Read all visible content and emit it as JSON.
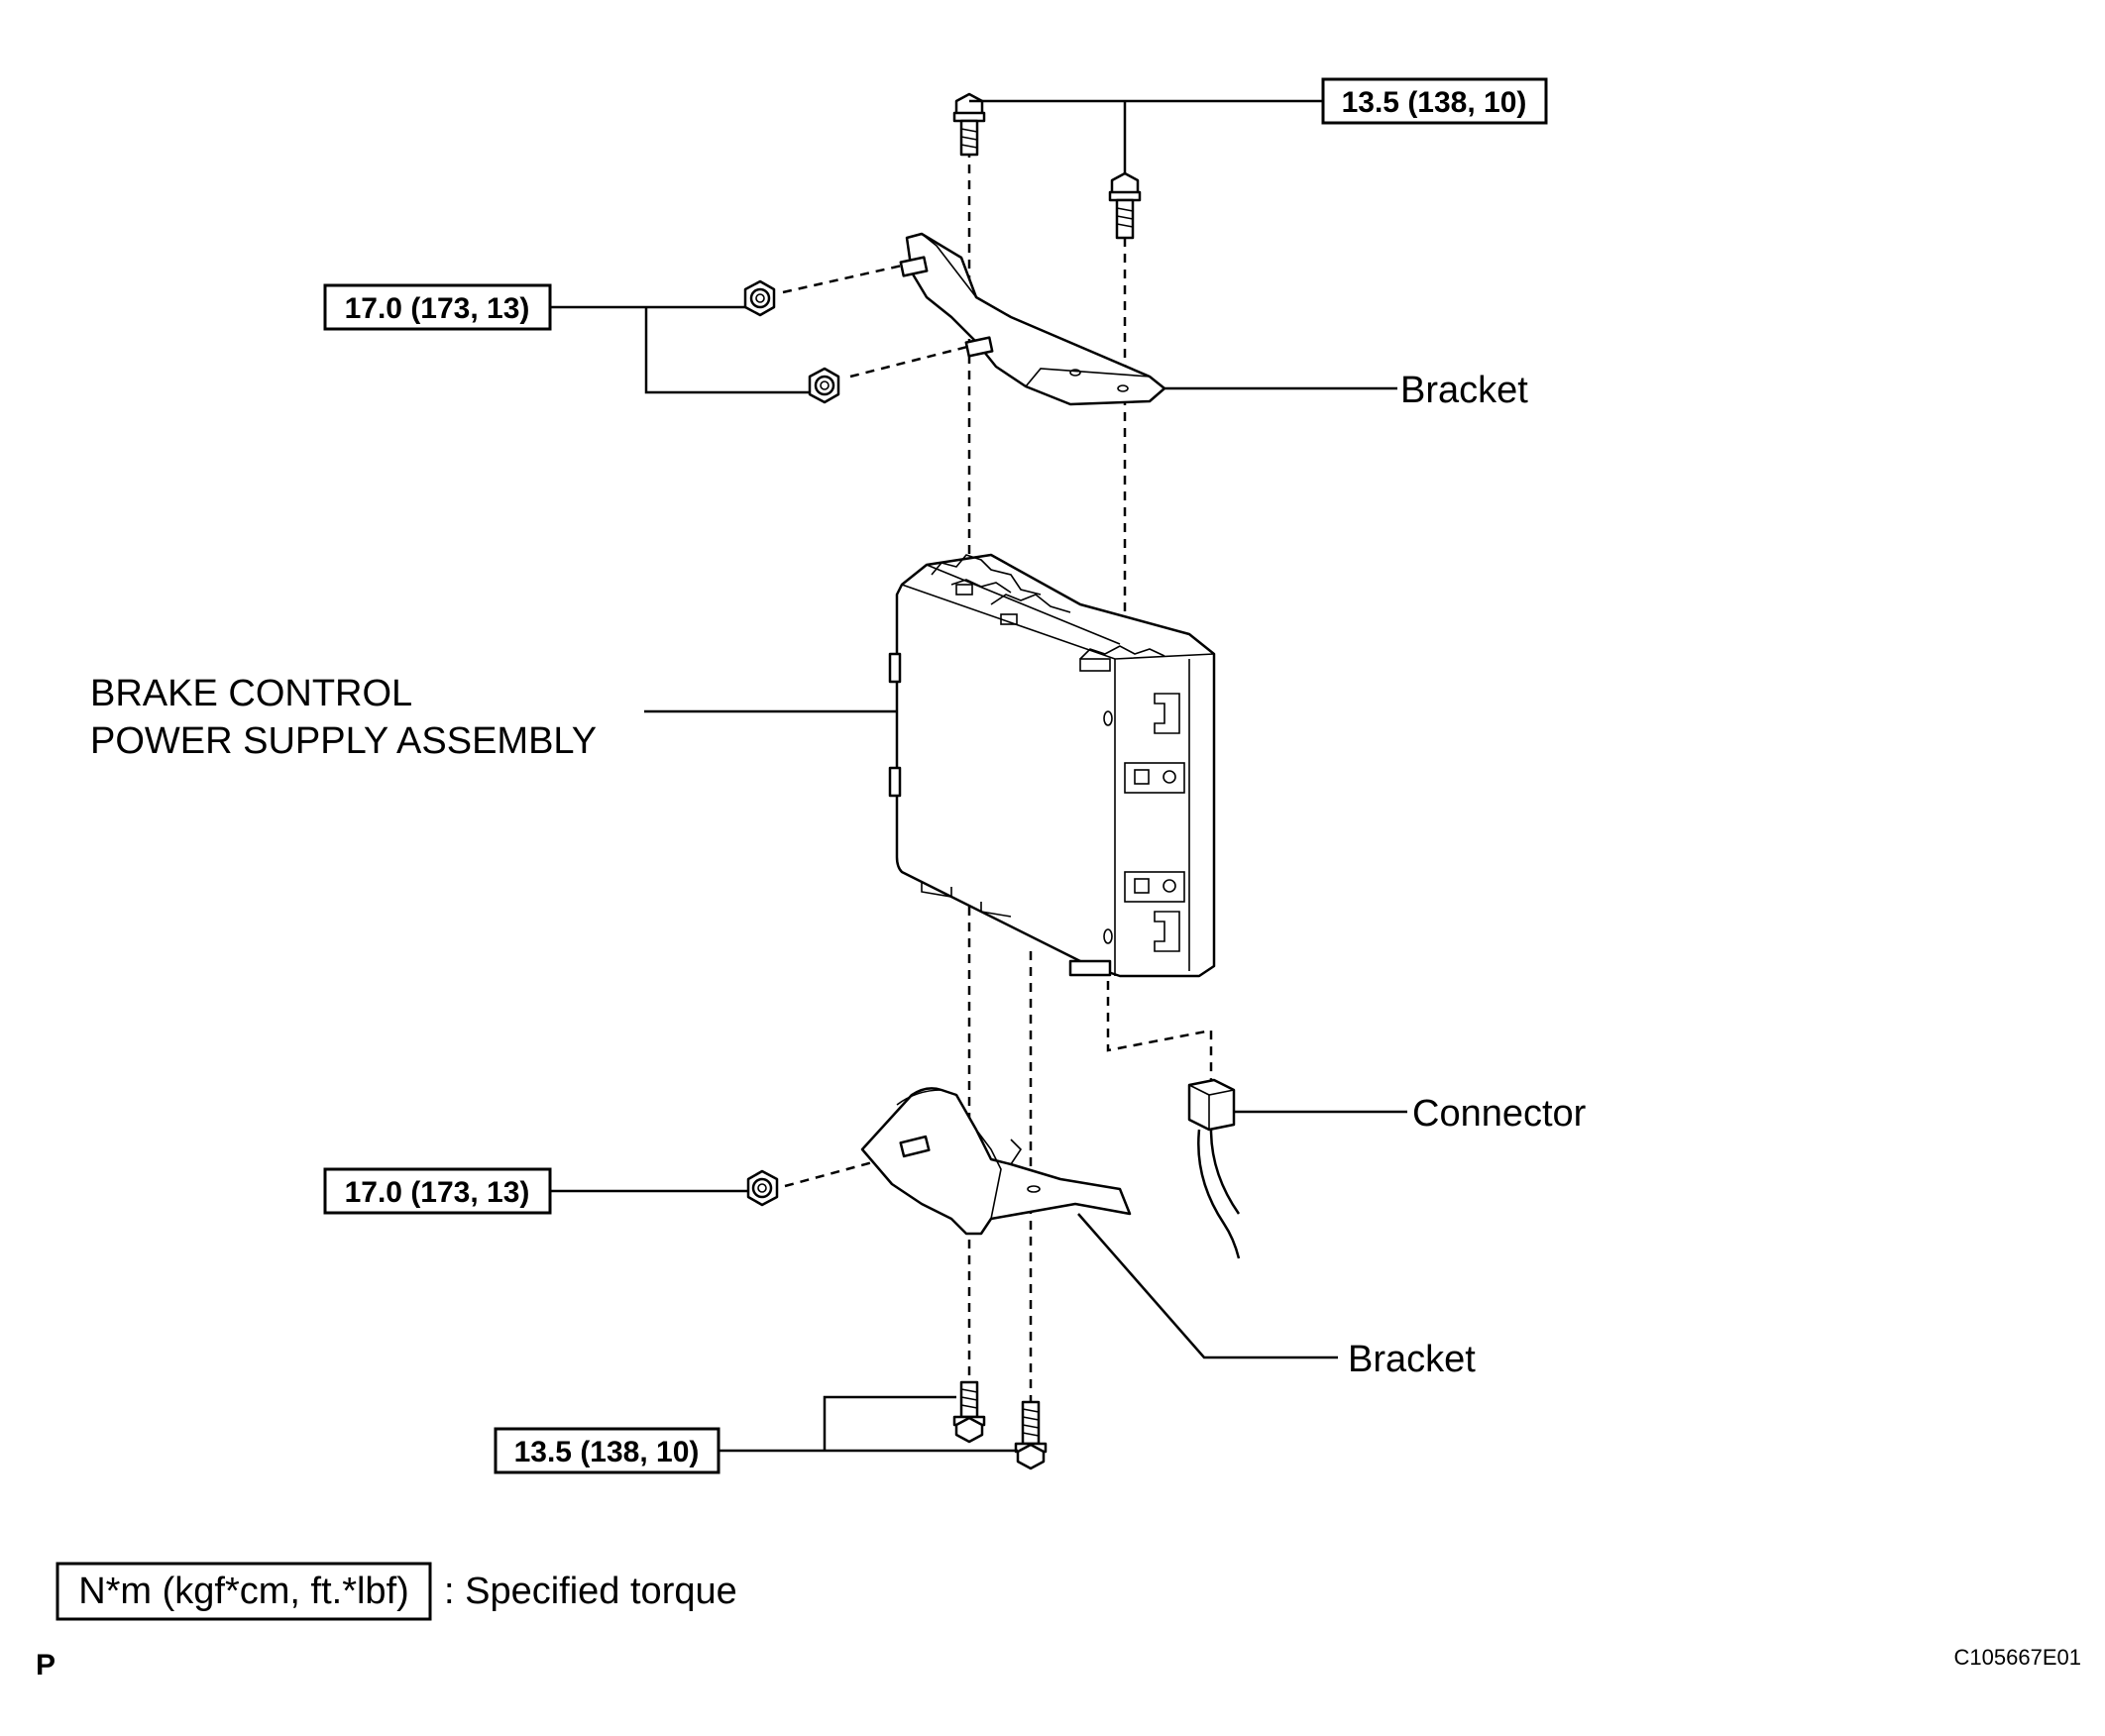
{
  "torque_specs": {
    "top_bolts": "13.5 (138, 10)",
    "upper_nuts": "17.0 (173, 13)",
    "lower_nut": "17.0 (173, 13)",
    "bottom_bolts": "13.5 (138, 10)"
  },
  "labels": {
    "upper_bracket": "Bracket",
    "assembly_line1": "BRAKE CONTROL",
    "assembly_line2": "POWER SUPPLY ASSEMBLY",
    "connector": "Connector",
    "lower_bracket": "Bracket"
  },
  "legend": {
    "unit_box": "N*m (kgf*cm, ft.*lbf)",
    "description": ": Specified torque"
  },
  "footer": {
    "page_mark": "P",
    "figure_code": "C105667E01"
  }
}
